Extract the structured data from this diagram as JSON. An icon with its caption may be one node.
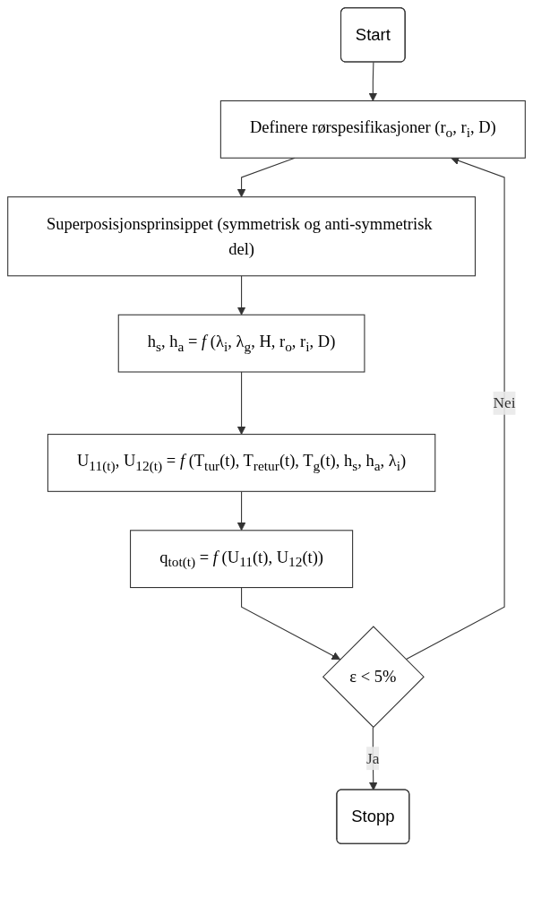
{
  "diagram": {
    "nodes": [
      {
        "text": [
          "Start"
        ]
      },
      {
        "text": [
          "Definere rørspesifikasjoner (r$_{o}$, r$_{i}$, D)"
        ]
      },
      {
        "text": [
          "Superposisjonsprinsippet (symmetrisk og anti-symmetrisk del)"
        ]
      },
      {
        "text": [
          "h$_{s}$, h$_{a}$ = *f* (λ$_{i}$, λ$_{g}$, H, r$_{o}$, r$_{i}$, D)"
        ]
      },
      {
        "text": [
          "U$_{11(t)}$, U$_{12(t)}$ = *f* (T$_{tur}$(t), T$_{retur}$(t), T$_{g}$(t), h$_{s}$, h$_{a}$, λ$_{i}$)"
        ]
      },
      {
        "text": [
          "q$_{tot(t)}$ = *f* (U$_{11}$(t), U$_{12}$(t))"
        ]
      },
      {
        "text": [
          "ε < 5%"
        ]
      },
      {
        "text": [
          "Stopp"
        ]
      }
    ],
    "edges": [
      {
        "from": 0,
        "to": 1,
        "arrow": "to"
      },
      {
        "from": 1,
        "to": 2,
        "arrow": "to"
      },
      {
        "from": 2,
        "to": 3,
        "arrow": "to"
      },
      {
        "from": 3,
        "to": 4,
        "arrow": "to"
      },
      {
        "from": 4,
        "to": 5,
        "arrow": "to"
      },
      {
        "from": 5,
        "to": 6,
        "arrow": "to"
      },
      {
        "from": 6,
        "to": 7,
        "label": "Ja",
        "arrow": "to"
      },
      {
        "from": 6,
        "to": 1,
        "label": "Nei",
        "arrow": "to"
      }
    ]
  }
}
